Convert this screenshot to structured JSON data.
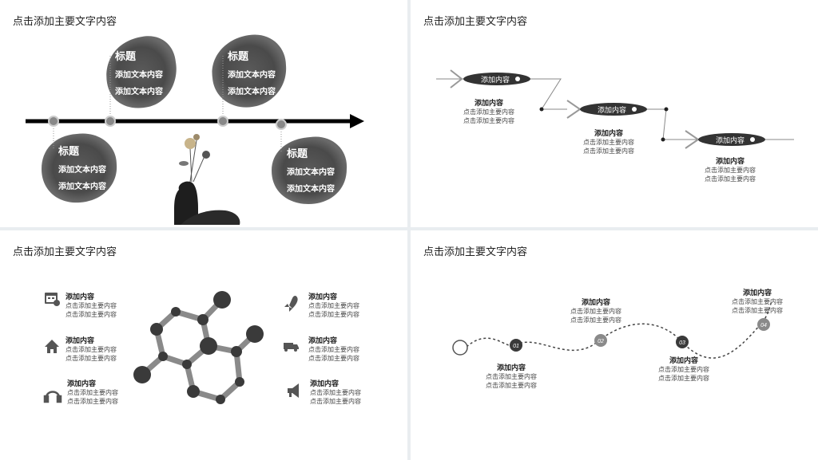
{
  "slide1": {
    "title": "点击添加主要文字内容",
    "blobs": [
      {
        "heading": "标题",
        "line1": "添加文本内容",
        "line2": "添加文本内容"
      },
      {
        "heading": "标题",
        "line1": "添加文本内容",
        "line2": "添加文本内容"
      },
      {
        "heading": "标题",
        "line1": "添加文本内容",
        "line2": "添加文本内容"
      },
      {
        "heading": "标题",
        "line1": "添加文本内容",
        "line2": "添加文本内容"
      }
    ]
  },
  "slide2": {
    "title": "点击添加主要文字内容",
    "pills": [
      "添加内容",
      "添加内容",
      "添加内容"
    ],
    "items": [
      {
        "title": "添加内容",
        "line1": "点击添加主要内容",
        "line2": "点击添加主要内容"
      },
      {
        "title": "添加内容",
        "line1": "点击添加主要内容",
        "line2": "点击添加主要内容"
      },
      {
        "title": "添加内容",
        "line1": "点击添加主要内容",
        "line2": "点击添加主要内容"
      }
    ]
  },
  "slide3": {
    "title": "点击添加主要文字内容",
    "items": [
      {
        "title": "添加内容",
        "line1": "点击添加主要内容",
        "line2": "点击添加主要内容",
        "icon": "calendar-icon"
      },
      {
        "title": "添加内容",
        "line1": "点击添加主要内容",
        "line2": "点击添加主要内容",
        "icon": "home-icon"
      },
      {
        "title": "添加内容",
        "line1": "点击添加主要内容",
        "line2": "点击添加主要内容",
        "icon": "headphones-icon"
      },
      {
        "title": "添加内容",
        "line1": "点击添加主要内容",
        "line2": "点击添加主要内容",
        "icon": "rocket-icon"
      },
      {
        "title": "添加内容",
        "line1": "点击添加主要内容",
        "line2": "点击添加主要内容",
        "icon": "truck-icon"
      },
      {
        "title": "添加内容",
        "line1": "点击添加主要内容",
        "line2": "点击添加主要内容",
        "icon": "megaphone-icon"
      }
    ]
  },
  "slide4": {
    "title": "点击添加主要文字内容",
    "steps": [
      "01",
      "02",
      "03",
      "04"
    ],
    "items": [
      {
        "title": "添加内容",
        "line1": "点击添加主要内容",
        "line2": "点击添加主要内容"
      },
      {
        "title": "添加内容",
        "line1": "点击添加主要内容",
        "line2": "点击添加主要内容"
      },
      {
        "title": "添加内容",
        "line1": "点击添加主要内容",
        "line2": "点击添加主要内容"
      },
      {
        "title": "添加内容",
        "line1": "点击添加主要内容",
        "line2": "点击添加主要内容"
      }
    ]
  },
  "colors": {
    "dark": "#3a3a3a",
    "mid": "#6b6b6b",
    "gray": "#8a8a8a"
  }
}
